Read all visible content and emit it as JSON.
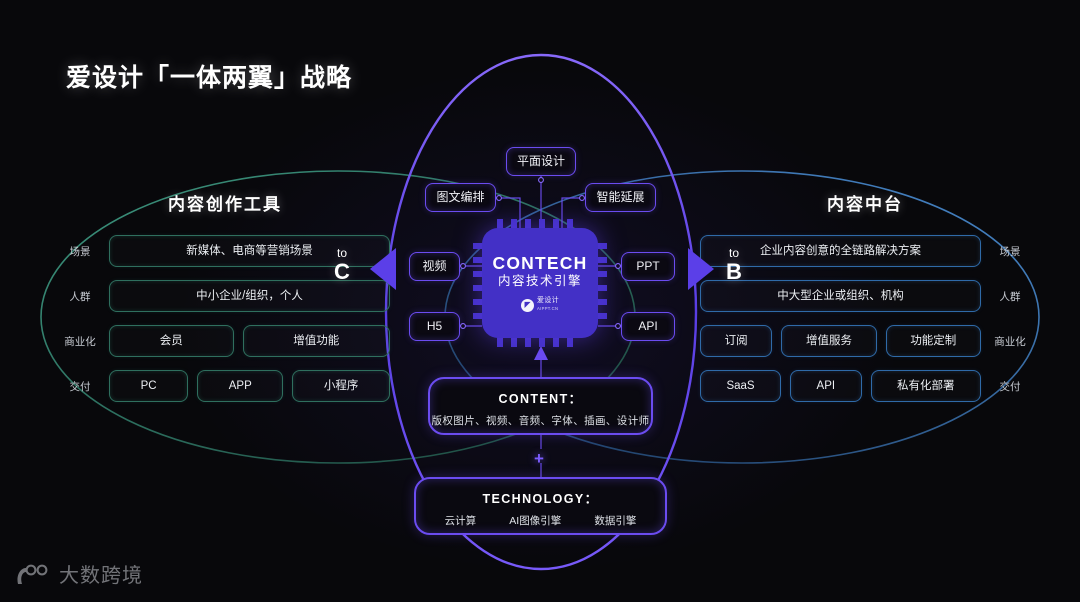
{
  "page": {
    "title": "爱设计「一体两翼」战略",
    "background_color": "#08080b",
    "watermark": "大数跨境"
  },
  "colors": {
    "accent_purple": "#6b4cf0",
    "chip_fill": "#4330c6",
    "left_wing_green": "#2f6f5e",
    "right_wing_blue": "#2f6aa8",
    "text_white": "#ffffff"
  },
  "left_wing": {
    "name": "内容创作工具",
    "direction_small": "to",
    "direction_big": "C",
    "rows": [
      {
        "label": "场景",
        "tags": [
          "新媒体、电商等营销场景"
        ]
      },
      {
        "label": "人群",
        "tags": [
          "中小企业/组织，个人"
        ]
      },
      {
        "label": "商业化",
        "tags": [
          "会员",
          "增值功能"
        ]
      },
      {
        "label": "交付",
        "tags": [
          "PC",
          "APP",
          "小程序"
        ]
      }
    ]
  },
  "right_wing": {
    "name": "内容中台",
    "direction_small": "to",
    "direction_big": "B",
    "rows": [
      {
        "label": "场景",
        "tags": [
          "企业内容创意的全链路解决方案"
        ]
      },
      {
        "label": "人群",
        "tags": [
          "中大型企业或组织、机构"
        ]
      },
      {
        "label": "商业化",
        "tags": [
          "订阅",
          "增值服务",
          "功能定制"
        ]
      },
      {
        "label": "交付",
        "tags": [
          "SaaS",
          "API",
          "私有化部署"
        ]
      }
    ]
  },
  "core": {
    "chip_title": "CONTECH",
    "chip_subtitle": "内容技术引擎",
    "chip_logo_line1": "爱设计",
    "chip_logo_line2": "AIPPT.CN",
    "satellites": [
      {
        "id": "pingmian",
        "label": "平面设计"
      },
      {
        "id": "tuwen",
        "label": "图文编排"
      },
      {
        "id": "zhineng",
        "label": "智能延展"
      },
      {
        "id": "shipin",
        "label": "视频"
      },
      {
        "id": "h5",
        "label": "H5"
      },
      {
        "id": "ppt",
        "label": "PPT"
      },
      {
        "id": "api",
        "label": "API"
      }
    ]
  },
  "foundation": {
    "plus": "+",
    "content": {
      "heading": "CONTENT：",
      "items_text": "版权图片、视频、音频、字体、插画、设计师"
    },
    "technology": {
      "heading": "TECHNOLOGY：",
      "items": [
        "云计算",
        "AI图像引擎",
        "数据引擎"
      ]
    }
  }
}
